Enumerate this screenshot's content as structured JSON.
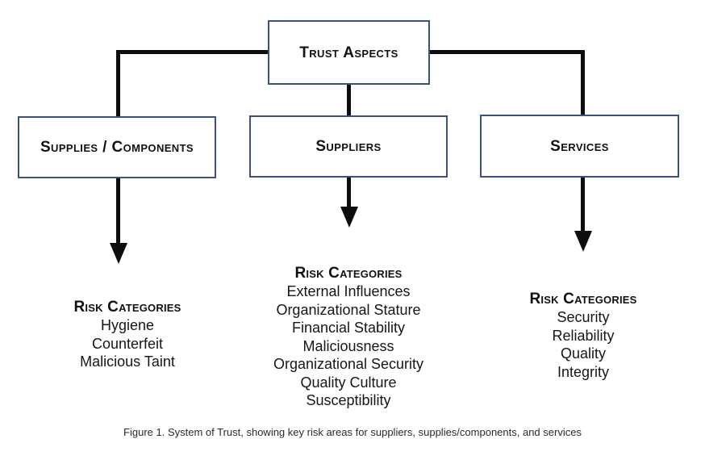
{
  "figure": {
    "caption": "Figure 1. System of Trust, showing key risk areas for suppliers, supplies/components, and services",
    "colors": {
      "box_border": "#3b5280",
      "connector": "#0d0d0d",
      "background": "#ffffff",
      "text": "#111111"
    }
  },
  "diagram": {
    "type": "hierarchy",
    "root": {
      "label": "Trust Aspects"
    },
    "branches": [
      {
        "label": "Supplies / Components",
        "risk_heading": "Risk Categories",
        "risk_categories": [
          "Hygiene",
          "Counterfeit",
          "Malicious Taint"
        ]
      },
      {
        "label": "Suppliers",
        "risk_heading": "Risk Categories",
        "risk_categories": [
          "External Influences",
          "Organizational Stature",
          "Financial Stability",
          "Maliciousness",
          "Organizational Security",
          "Quality Culture",
          "Susceptibility"
        ]
      },
      {
        "label": "Services",
        "risk_heading": "Risk Categories",
        "risk_categories": [
          "Security",
          "Reliability",
          "Quality",
          "Integrity"
        ]
      }
    ]
  }
}
